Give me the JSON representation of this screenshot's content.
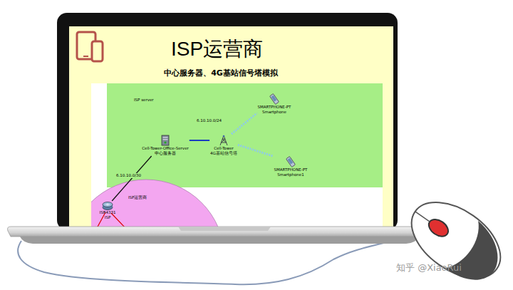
{
  "diagram": {
    "title": "ISP运营商",
    "nodes": [
      {
        "text": [
          "ISP server"
        ]
      },
      {
        "text": [
          "Cell-Tower-Office-Server",
          "中心服务器"
        ],
        "in": 0
      },
      {
        "text": [
          "Cell-Tower",
          "4G基站信号塔"
        ],
        "in": 0
      },
      {
        "text": [
          "SMARTPHONE-PT",
          "Smartphone"
        ],
        "in": 0
      },
      {
        "text": [
          "SMARTPHONE-PT",
          "Smartphone1"
        ],
        "in": 0
      },
      {
        "text": [
          "ISP运营商"
        ]
      },
      {
        "text": [
          "ISR4331",
          "ISP"
        ],
        "in": 5
      }
    ],
    "edges": [
      {
        "from": 1,
        "to": 2,
        "arrow": "none",
        "label": "6.10.10.0/24"
      },
      {
        "from": 2,
        "to": 3,
        "arrow": "none"
      },
      {
        "from": 2,
        "to": 4,
        "arrow": "none"
      },
      {
        "from": 6,
        "to": 1,
        "arrow": "none",
        "label": "6.10.10.0/30"
      }
    ],
    "labels": [
      "中心服务器、4G基站信号塔模拟",
      "知乎 @XiaoRui"
    ]
  }
}
